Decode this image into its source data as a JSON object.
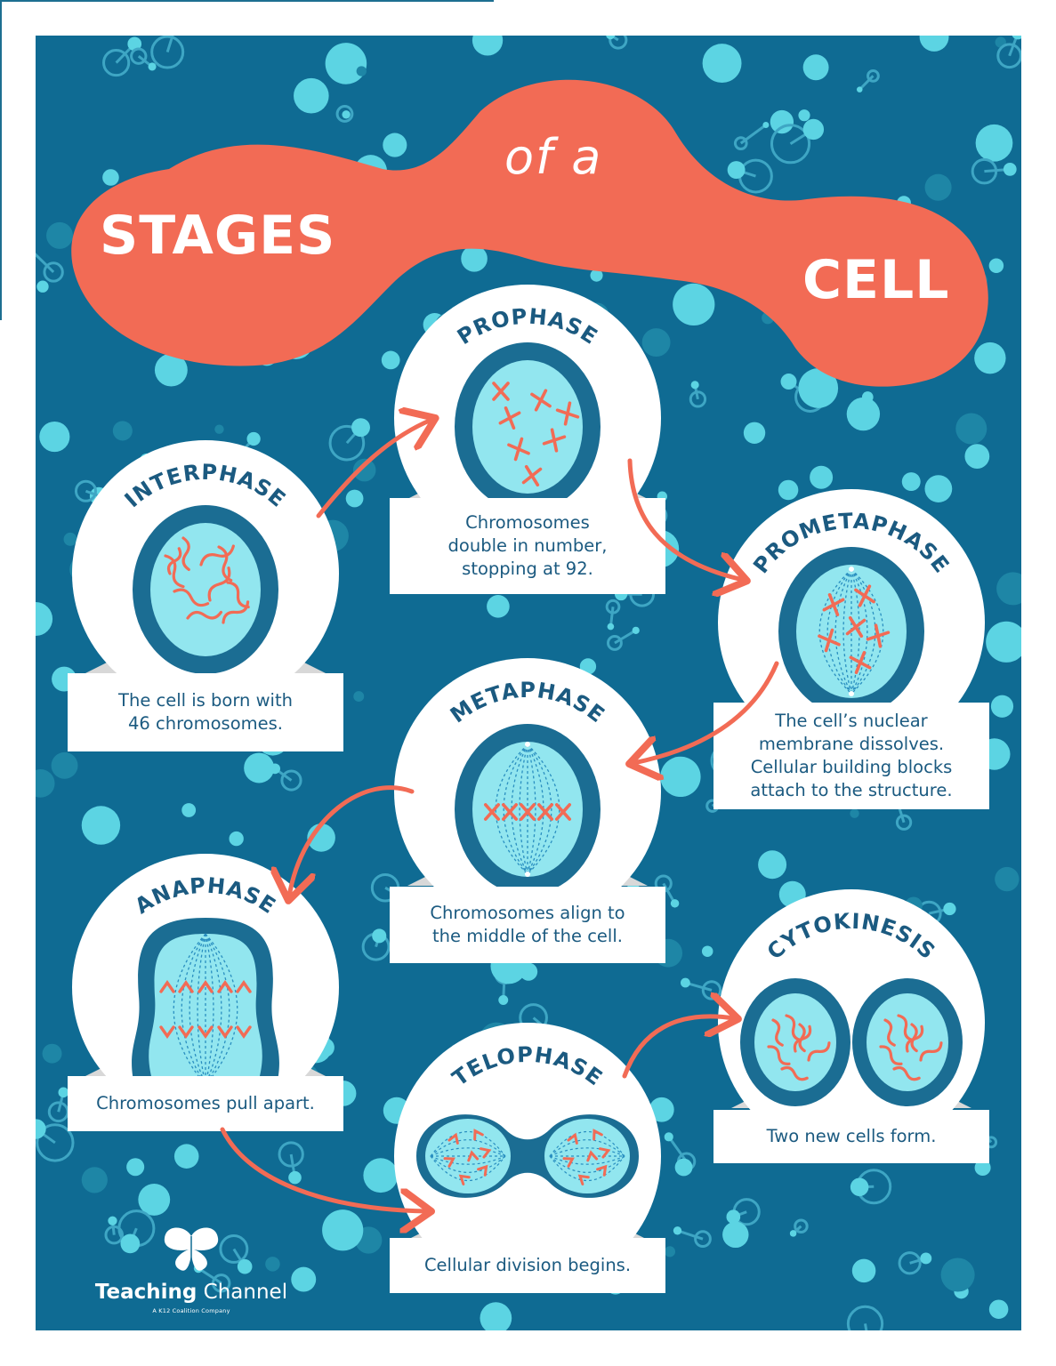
{
  "title": {
    "line1": "STAGES",
    "line2": "of a",
    "line3": "CELL"
  },
  "stages": [
    {
      "name": "INTERPHASE",
      "description": [
        "The cell is born with",
        "46 chromosomes."
      ]
    },
    {
      "name": "PROPHASE",
      "description": [
        "Chromosomes",
        "double in number,",
        "stopping at 92."
      ]
    },
    {
      "name": "PROMETAPHASE",
      "description": [
        "The cell’s nuclear",
        "membrane dissolves.",
        "Cellular building blocks",
        "attach to the structure."
      ]
    },
    {
      "name": "METAPHASE",
      "description": [
        "Chromosomes align to",
        "the middle of the cell."
      ]
    },
    {
      "name": "ANAPHASE",
      "description": [
        "Chromosomes pull apart."
      ]
    },
    {
      "name": "TELOPHASE",
      "description": [
        "Cellular division begins."
      ]
    },
    {
      "name": "CYTOKINESIS",
      "description": [
        "Two new cells form."
      ]
    }
  ],
  "logo": {
    "name_bold": "Teaching",
    "name_regular": "Channel",
    "tagline": "A K12 Coalition Company",
    "icon": "butterfly-icon"
  },
  "colors": {
    "background": "#0f6b93",
    "accent": "#f26b55",
    "cyan": "#5cd4e3",
    "dark": "#1b5a80",
    "white": "#ffffff"
  }
}
